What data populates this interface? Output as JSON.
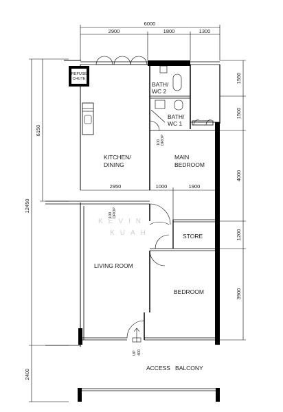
{
  "dimensions": {
    "top_total": "6000",
    "top_left": "2900",
    "top_mid": "1800",
    "top_right": "1300",
    "mid_left": "2950",
    "mid_center": "1000",
    "mid_right": "1900",
    "left_total": "12450",
    "left_upper": "6150",
    "left_lower": "2400",
    "right_1": "1550",
    "right_2": "1500",
    "right_3": "4000",
    "right_4": "1200",
    "right_5": "3900"
  },
  "rooms": {
    "refuse_chute_line1": "REFUSE",
    "refuse_chute_line2": "CHUTE",
    "bath2_line1": "BATH/",
    "bath2_line2": "WC 2",
    "bath1_line1": "BATH/",
    "bath1_line2": "WC 1",
    "kitchen_line1": "KITCHEN/",
    "kitchen_line2": "DINING",
    "main_bedroom_line1": "MAIN",
    "main_bedroom_line2": "BEDROOM",
    "store": "STORE",
    "living_room": "LIVING ROOM",
    "bedroom": "BEDROOM",
    "access_balcony": "ACCESS   BALCONY"
  },
  "annotations": {
    "drop_a_1": "100",
    "drop_a_2": "DROP",
    "drop_b_1": "100",
    "drop_b_2": "DROP",
    "up_1": "UP",
    "up_2": "400"
  },
  "watermark": {
    "line1": "KEVIN",
    "line2": "KUAH"
  }
}
